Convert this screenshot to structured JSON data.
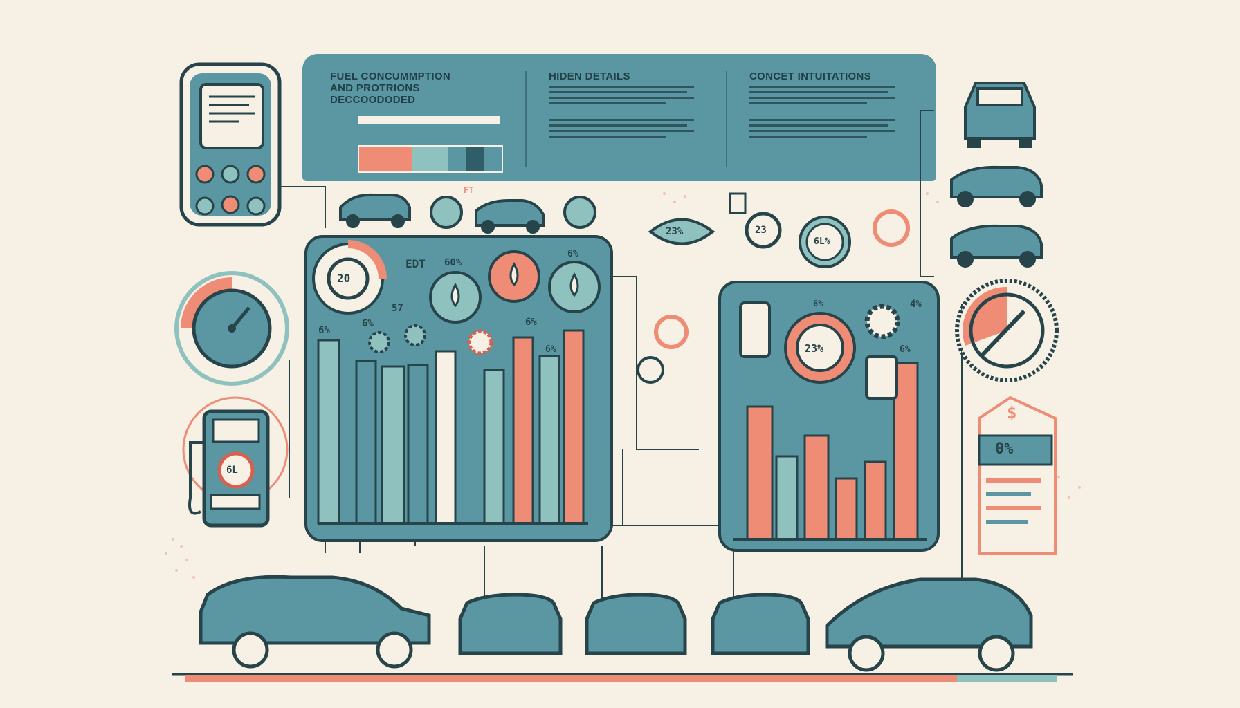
{
  "header": {
    "col1_title_lines": [
      "FUEL CONCUMMPTION",
      "AND PROTRIONS",
      "DECCOODODED"
    ],
    "col2_title": "HIDEN DETAILS",
    "col3_title": "CONCET INTUITATIONS"
  },
  "labels": {
    "gauge_left_value": "20",
    "chart1_label_a": "EDT",
    "chart1_label_b": "60%",
    "chart1_label_c": "57",
    "chart1_label_d": "6%",
    "chart1_label_e": "6%",
    "chart1_label_f": "6%",
    "chart1_label_g": "6%",
    "chart1_label_h": "6%",
    "top_drop_value": "23%",
    "top_circle_value": "23",
    "top_dial_value": "6L%",
    "chart2_gauge_value": "23%",
    "chart2_label_a": "4%",
    "chart2_label_b": "6%",
    "chart2_label_c": "6%",
    "pump_value": "6L",
    "price_symbol": "$",
    "price_value": "0%",
    "small_label": "FT"
  },
  "colors": {
    "teal": "#5a97a2",
    "teal_dark": "#2f5e68",
    "teal_light": "#8fc1bf",
    "coral": "#ee8c75",
    "coral_dark": "#d9604e",
    "cream": "#f6f1e4",
    "ink": "#27444b"
  }
}
